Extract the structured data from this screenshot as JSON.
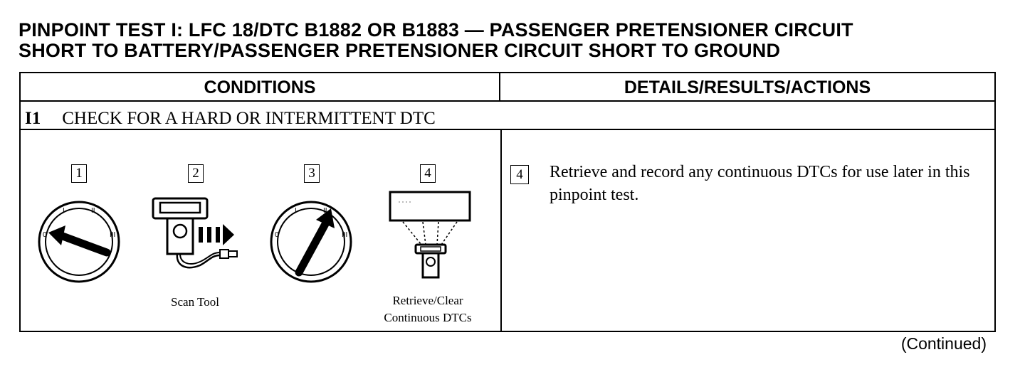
{
  "title": {
    "line1": "PINPOINT TEST I: LFC 18/DTC B1882 OR B1883 — PASSENGER PRETENSIONER CIRCUIT",
    "line2": "SHORT TO BATTERY/PASSENGER PRETENSIONER CIRCUIT SHORT TO GROUND"
  },
  "table": {
    "headers": {
      "conditions": "CONDITIONS",
      "details": "DETAILS/RESULTS/ACTIONS"
    },
    "step": {
      "id": "I1",
      "title": "CHECK FOR A HARD OR INTERMITTENT DTC"
    },
    "illustrations": [
      {
        "num": "1",
        "icon": "ignition-switch-off-icon",
        "caption": ""
      },
      {
        "num": "2",
        "icon": "scan-tool-icon",
        "caption": "Scan Tool"
      },
      {
        "num": "3",
        "icon": "ignition-switch-run-icon",
        "caption": ""
      },
      {
        "num": "4",
        "icon": "retrieve-dtc-icon",
        "caption_line1": "Retrieve/Clear",
        "caption_line2": "Continuous DTCs"
      }
    ],
    "switch_marks": {
      "off": "0",
      "pos1": "I",
      "pos2": "II",
      "pos3": "III"
    },
    "details": [
      {
        "num": "4",
        "text": "Retrieve and record any continuous DTCs for use later in this pinpoint test."
      }
    ]
  },
  "footer": {
    "continued": "(Continued)"
  }
}
